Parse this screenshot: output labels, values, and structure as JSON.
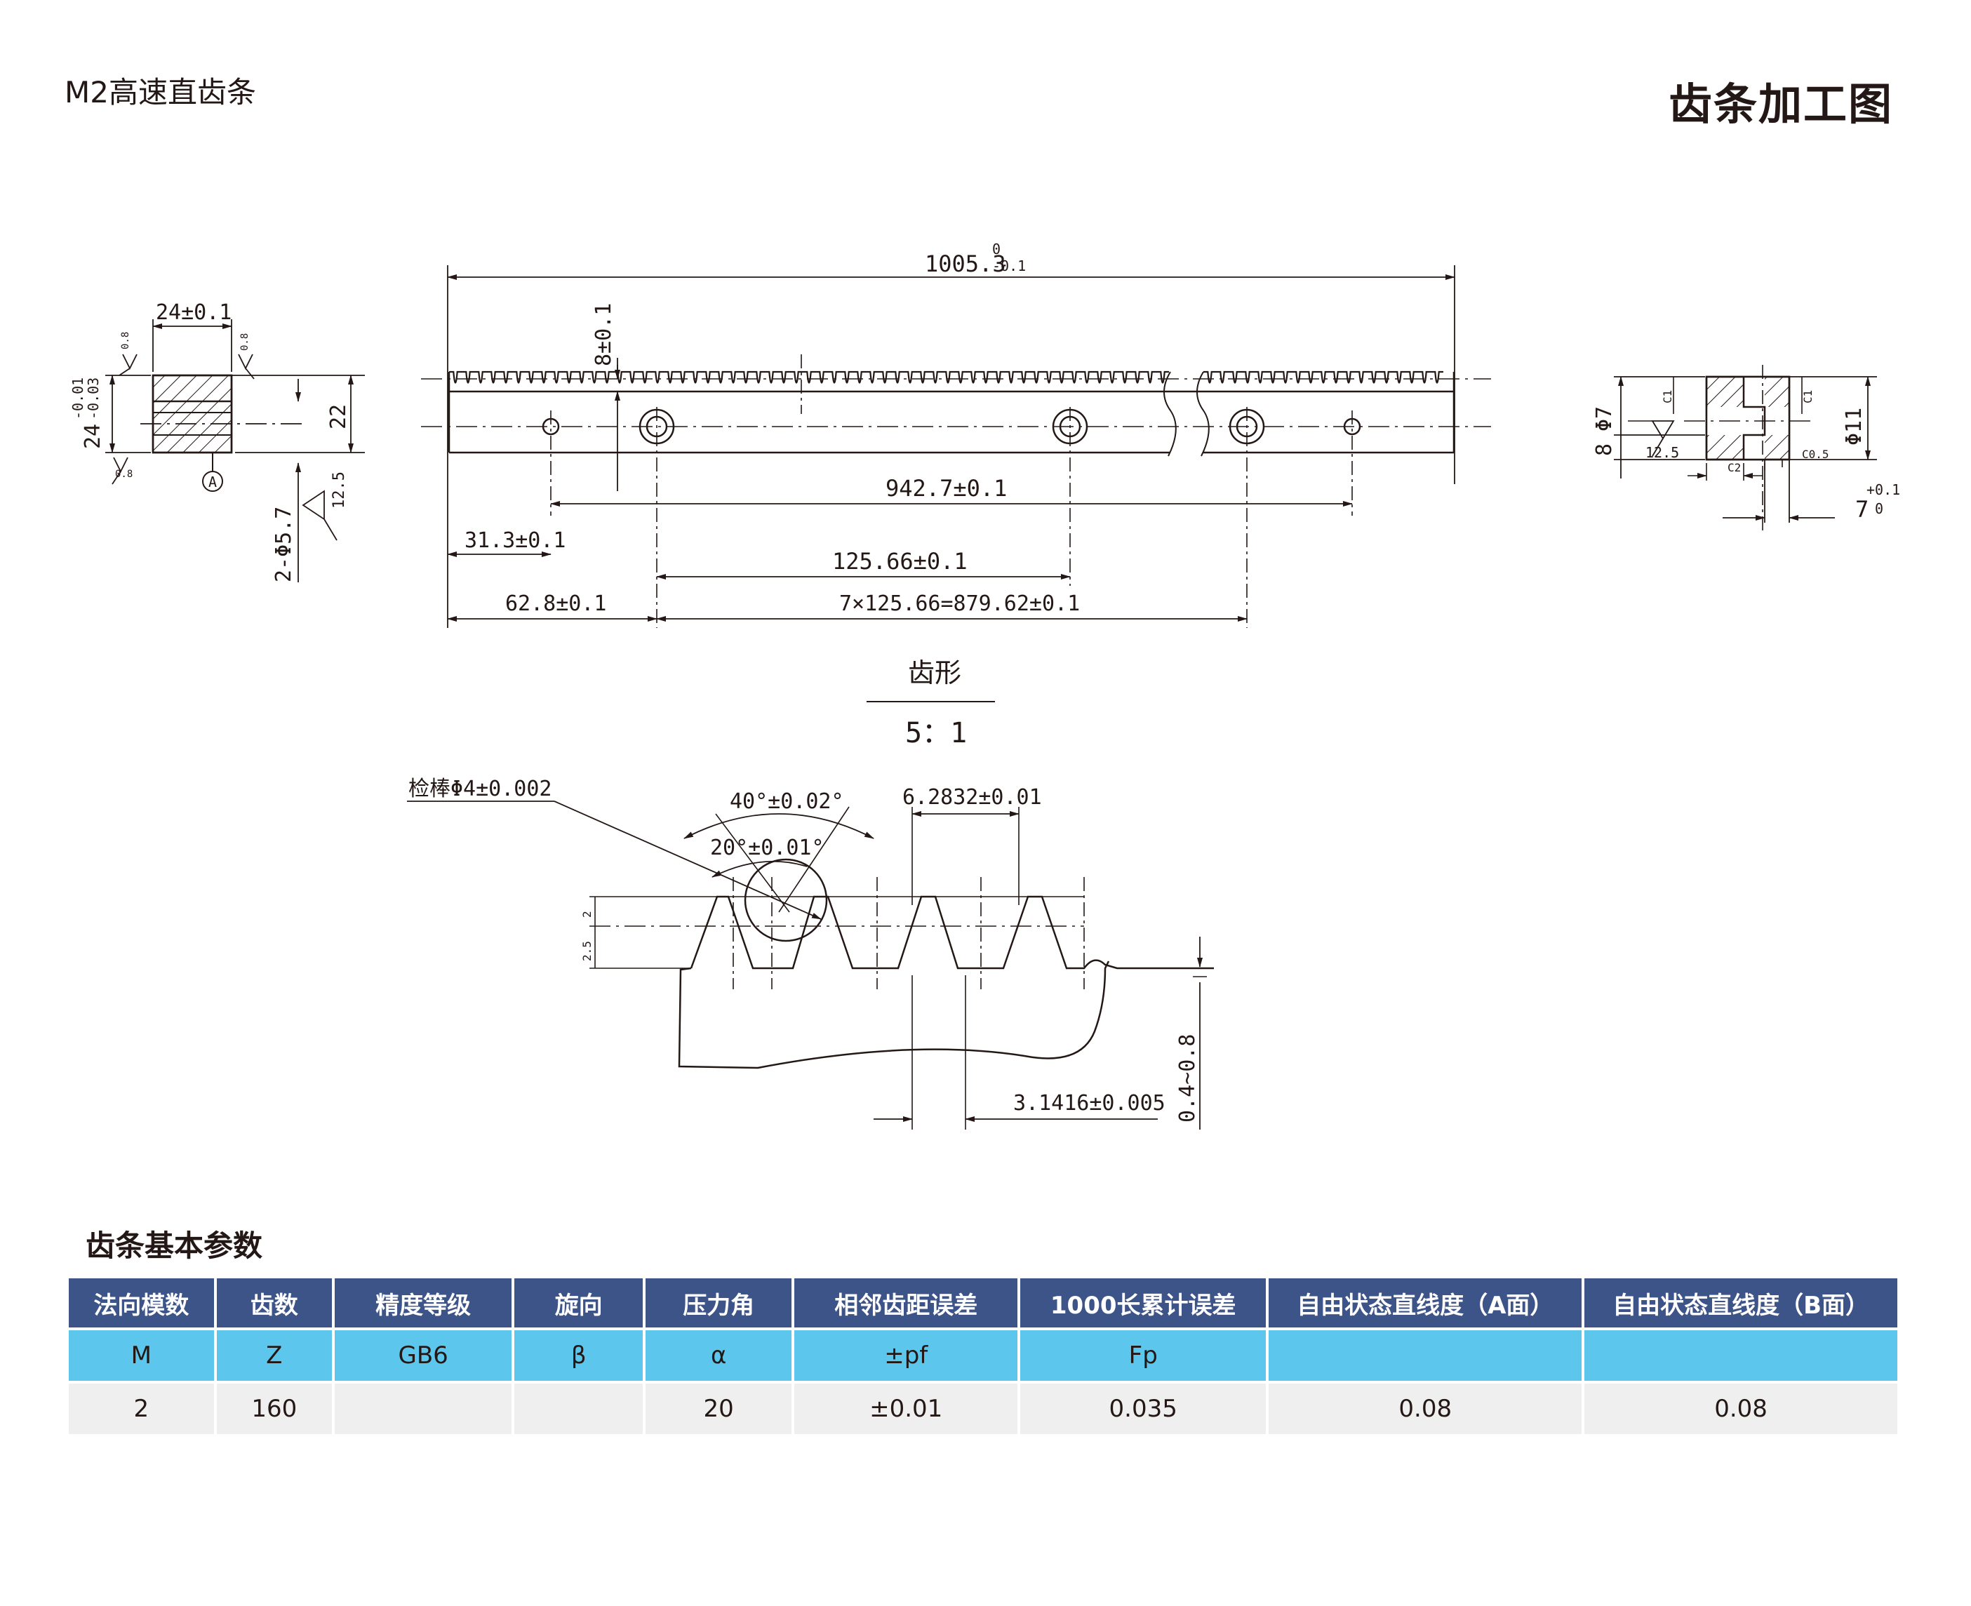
{
  "header": {
    "subtitle": "M2高速直齿条",
    "title": "齿条加工图"
  },
  "drawing": {
    "dims": {
      "overall_length": "1005.3",
      "overall_tol_upper": "0",
      "overall_tol_lower": "-0.1",
      "tooth_height": "8±0.1",
      "outer_holes": "942.7±0.1",
      "end_hole": "31.3±0.1",
      "pitch": "125.66±0.1",
      "first_hole": "62.8±0.1",
      "pitch_total": "7×125.66=879.62±0.1",
      "width": "24±0.1",
      "height": "24",
      "height_tol_upper": "-0.01",
      "height_tol_lower": "-0.03",
      "hole_height": "22",
      "small_hole": "2-Φ5.7",
      "rough_12_5": "12.5",
      "rough_0_8": "0.8",
      "datum": "A",
      "cb_hole": "Φ7",
      "cb_depth": "8",
      "cb_head": "Φ11",
      "cb_head_depth": "7",
      "cb_tol_upper": "+0.1",
      "cb_tol_lower": "0",
      "c1": "C1",
      "c2": "C2",
      "c05": "C0.5"
    },
    "tooth_view": {
      "label": "齿形",
      "scale": "5：1",
      "pin": "检棒Φ4±0.002",
      "angle40": "40°±0.02°",
      "angle20": "20°±0.01°",
      "pitch": "6.2832±0.01",
      "half_pitch": "3.1416±0.005",
      "root": "0.4~0.8",
      "addendum": "2",
      "dedendum": "2.5"
    }
  },
  "params_section": {
    "title": "齿条基本参数",
    "headers": [
      "法向模数",
      "齿数",
      "精度等级",
      "旋向",
      "压力角",
      "相邻齿距误差",
      "1000长累计误差",
      "自由状态直线度（A面）",
      "自由状态直线度（B面）"
    ],
    "symbols": [
      "M",
      "Z",
      "GB6",
      "β",
      "α",
      "±pf",
      "Fp",
      "",
      ""
    ],
    "values": [
      "2",
      "160",
      "",
      "",
      "20",
      "±0.01",
      "0.035",
      "0.08",
      "0.08"
    ]
  },
  "colors": {
    "header_bg": "#3d5488",
    "symbol_bg": "#5cc6ec",
    "value_bg": "#efefef",
    "line": "#231815"
  }
}
